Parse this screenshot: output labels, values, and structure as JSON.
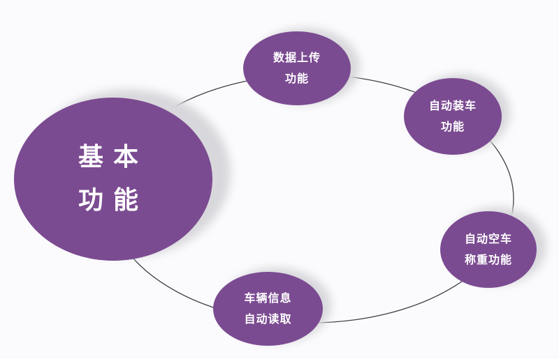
{
  "center": {
    "line1": "基本",
    "line2": "功能"
  },
  "nodes": [
    {
      "line1": "数据上传",
      "line2": "功能"
    },
    {
      "line1": "自动装车",
      "line2": "功能"
    },
    {
      "line1": "自动空车",
      "line2": "称重功能"
    },
    {
      "line1": "车辆信息",
      "line2": "自动读取"
    }
  ],
  "colors": {
    "node": "#7b4b91",
    "line": "#3a3f45"
  }
}
